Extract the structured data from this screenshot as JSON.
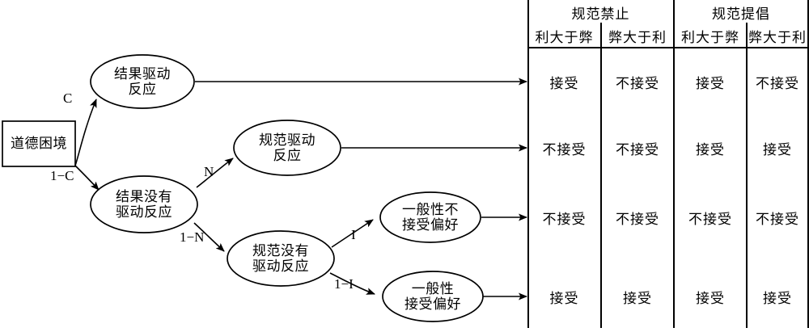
{
  "diagram": {
    "title_visible": false,
    "root": {
      "label": "道德困境",
      "shape": "rectangle"
    },
    "nodes": [
      {
        "id": "n1",
        "line1": "结果驱动",
        "line2": "反应",
        "shape": "ellipse"
      },
      {
        "id": "n2",
        "line1": "结果没有",
        "line2": "驱动反应",
        "shape": "ellipse"
      },
      {
        "id": "n3",
        "line1": "规范驱动",
        "line2": "反应",
        "shape": "ellipse"
      },
      {
        "id": "n4",
        "line1": "规范没有",
        "line2": "驱动反应",
        "shape": "ellipse"
      },
      {
        "id": "n5",
        "line1": "一般性不",
        "line2": "接受偏好",
        "shape": "ellipse"
      },
      {
        "id": "n6",
        "line1": "一般性",
        "line2": "接受偏好",
        "shape": "ellipse"
      }
    ],
    "edge_labels": {
      "c": "C",
      "one_minus_c": "1−C",
      "n": "N",
      "one_minus_n": "1−N",
      "i": "I",
      "one_minus_i": "1−I"
    }
  },
  "table": {
    "groups": [
      {
        "label": "规范禁止",
        "span": 2
      },
      {
        "label": "规范提倡",
        "span": 2
      }
    ],
    "columns": [
      "利大于弊",
      "弊大于利",
      "利大于弊",
      "弊大于利"
    ],
    "rows": [
      {
        "source": "n1",
        "cells": [
          "接受",
          "不接受",
          "接受",
          "不接受"
        ]
      },
      {
        "source": "n3",
        "cells": [
          "不接受",
          "不接受",
          "接受",
          "接受"
        ]
      },
      {
        "source": "n5",
        "cells": [
          "不接受",
          "不接受",
          "不接受",
          "不接受"
        ]
      },
      {
        "source": "n6",
        "cells": [
          "接受",
          "接受",
          "接受",
          "接受"
        ]
      }
    ]
  },
  "colors": {
    "stroke": "#000000",
    "background": "#ffffff"
  }
}
